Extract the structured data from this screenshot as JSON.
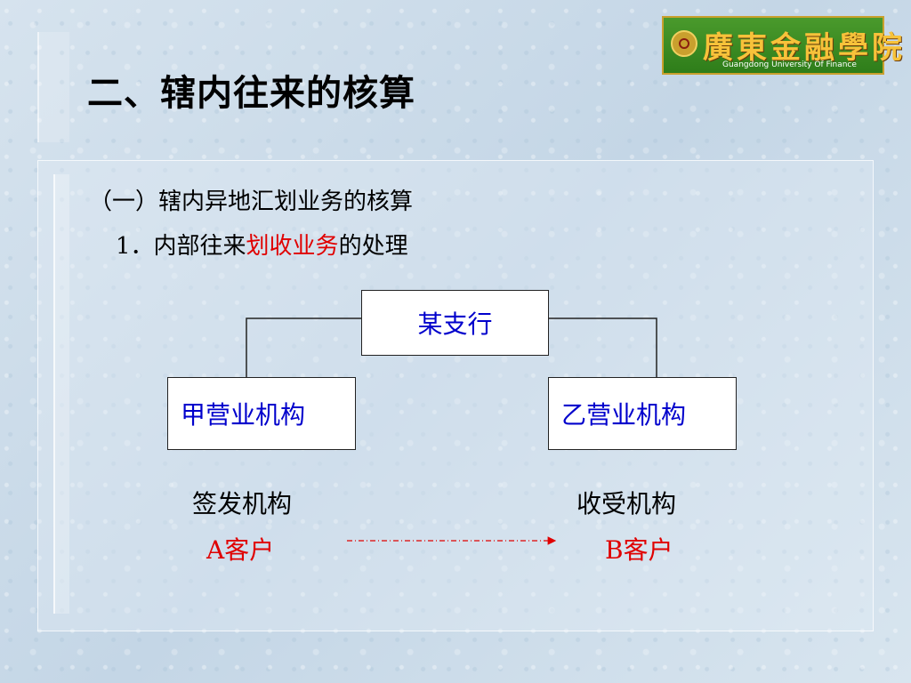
{
  "slide": {
    "title": "二、辖内往来的核算",
    "logo": {
      "name_cn": "廣東金融學院",
      "name_en": "Guangdong University Of Finance"
    },
    "heading": "（一）辖内异地汇划业务的核算",
    "subheading": {
      "prefix": "1．内部往来",
      "highlight": "划收业务",
      "suffix": "的处理"
    }
  },
  "diagram": {
    "top_node": "某支行",
    "left_node": "甲营业机构",
    "right_node": "乙营业机构",
    "left_role": "签发机构",
    "right_role": "收受机构",
    "left_customer": "A客户",
    "right_customer": "B客户"
  },
  "colors": {
    "node_text": "#0000cc",
    "highlight": "#e00000",
    "arrow": "#e00000"
  }
}
